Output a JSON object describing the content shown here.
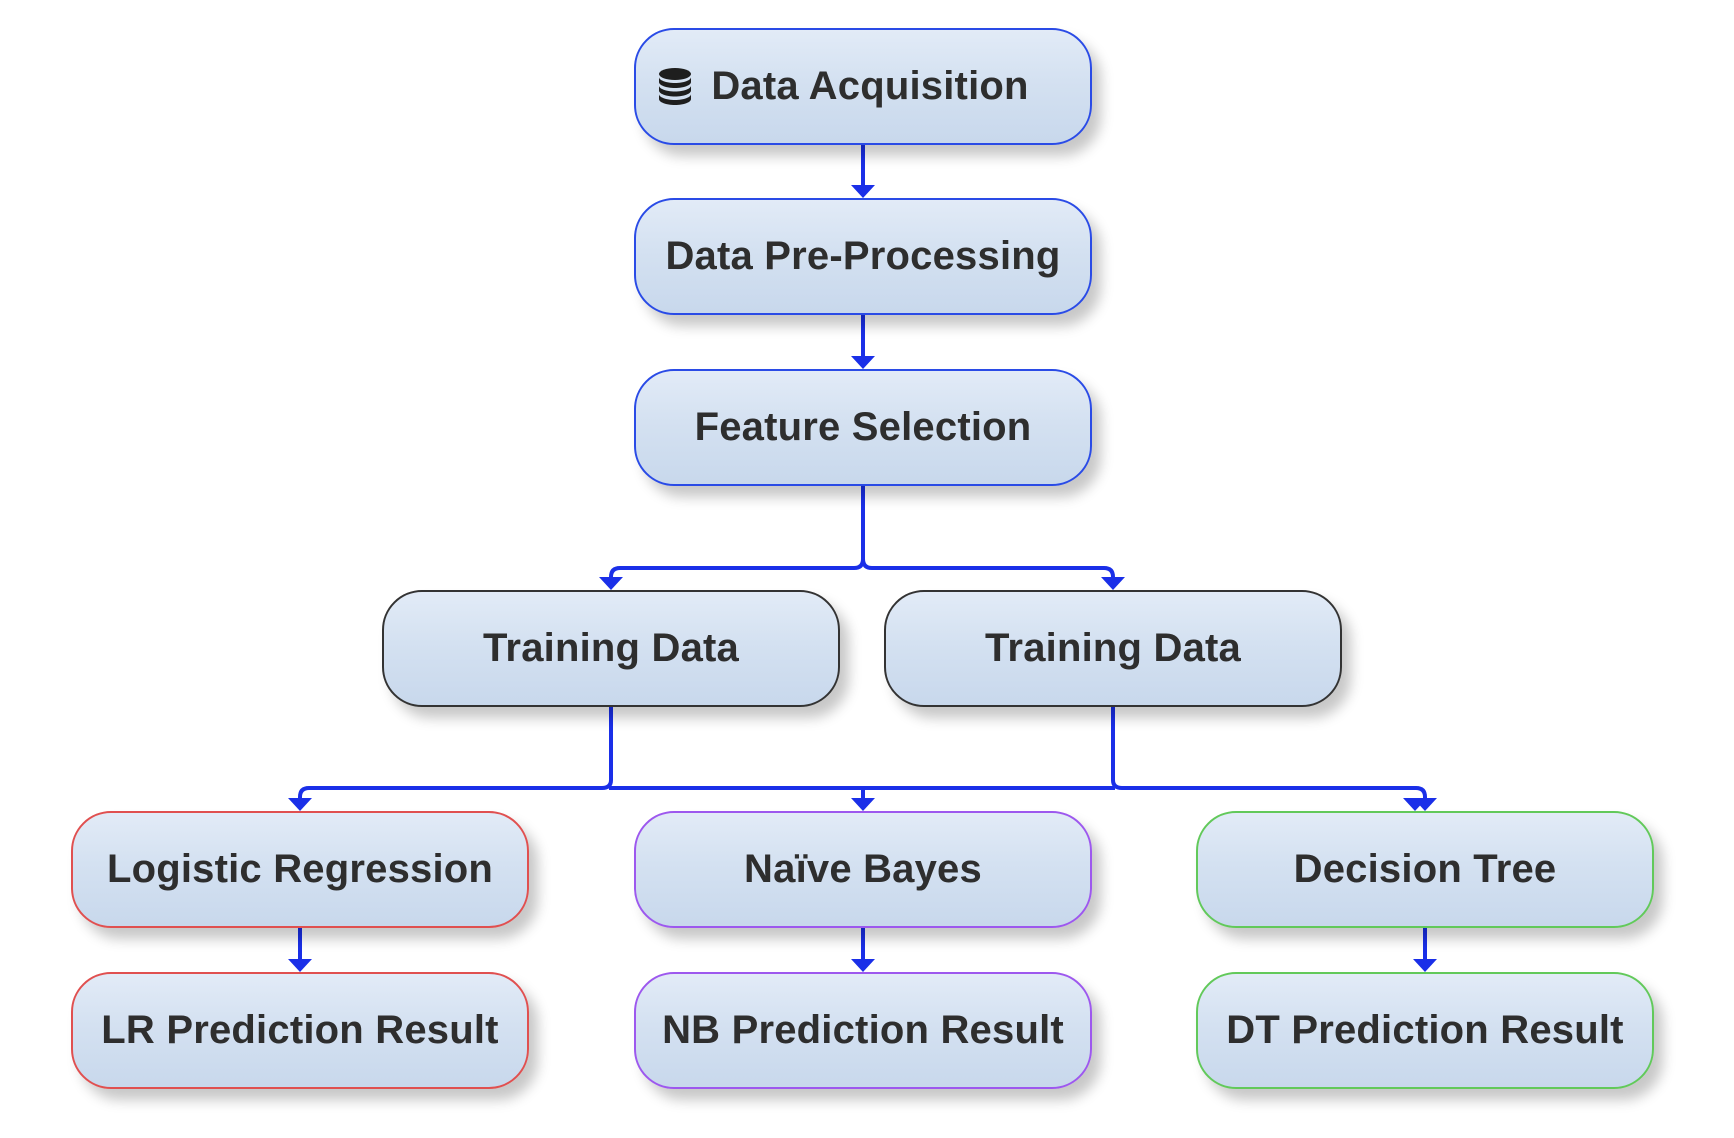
{
  "colors": {
    "connector": "#1a2fe8",
    "node_fill": "#d4e1f1",
    "node_text": "#2e2e2e",
    "stage_border": "#2a4be6",
    "training_border": "#333333",
    "logistic_border": "#e05050",
    "naive_bayes_border": "#9d58ee",
    "decision_tree_border": "#62c95a"
  },
  "nodes": {
    "data_acquisition": {
      "label": "Data Acquisition",
      "icon": "database-icon"
    },
    "data_preprocessing": {
      "label": "Data Pre-Processing"
    },
    "feature_selection": {
      "label": "Feature Selection"
    },
    "training_data_left": {
      "label": "Training Data"
    },
    "training_data_right": {
      "label": "Training Data"
    },
    "logistic_regression": {
      "label": "Logistic Regression"
    },
    "naive_bayes": {
      "label": "Naïve Bayes"
    },
    "decision_tree": {
      "label": "Decision Tree"
    },
    "lr_result": {
      "label": "LR Prediction Result"
    },
    "nb_result": {
      "label": "NB Prediction Result"
    },
    "dt_result": {
      "label": "DT Prediction Result"
    }
  },
  "edges": [
    {
      "from": "data_acquisition",
      "to": "data_preprocessing"
    },
    {
      "from": "data_preprocessing",
      "to": "feature_selection"
    },
    {
      "from": "feature_selection",
      "to": "training_data_left"
    },
    {
      "from": "feature_selection",
      "to": "training_data_right"
    },
    {
      "from": "training_data_left",
      "to": "logistic_regression"
    },
    {
      "from": "training_data_left",
      "to": "naive_bayes"
    },
    {
      "from": "training_data_left",
      "to": "decision_tree"
    },
    {
      "from": "training_data_right",
      "to": "logistic_regression"
    },
    {
      "from": "training_data_right",
      "to": "naive_bayes"
    },
    {
      "from": "training_data_right",
      "to": "decision_tree"
    },
    {
      "from": "logistic_regression",
      "to": "lr_result"
    },
    {
      "from": "naive_bayes",
      "to": "nb_result"
    },
    {
      "from": "decision_tree",
      "to": "dt_result"
    }
  ]
}
